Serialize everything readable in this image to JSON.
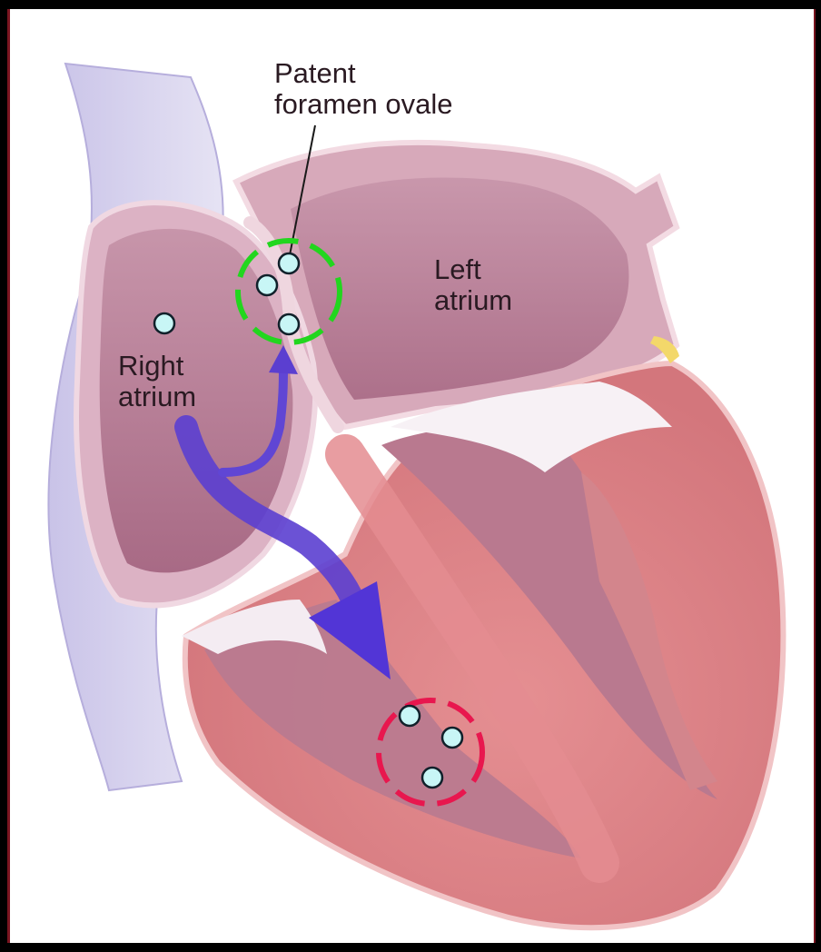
{
  "labels": {
    "patent_foramen_ovale": [
      "Patent",
      "foramen ovale"
    ],
    "left_atrium": [
      "Left",
      "atrium"
    ],
    "right_atrium": [
      "Right",
      "atrium"
    ]
  },
  "colors": {
    "background": "#000000",
    "panel": "#ffffff",
    "highlight_green": "#22d61e",
    "highlight_red": "#e8174e",
    "flow_arrow": "#5b3fd0",
    "marker_fill": "#c8f6f6"
  }
}
